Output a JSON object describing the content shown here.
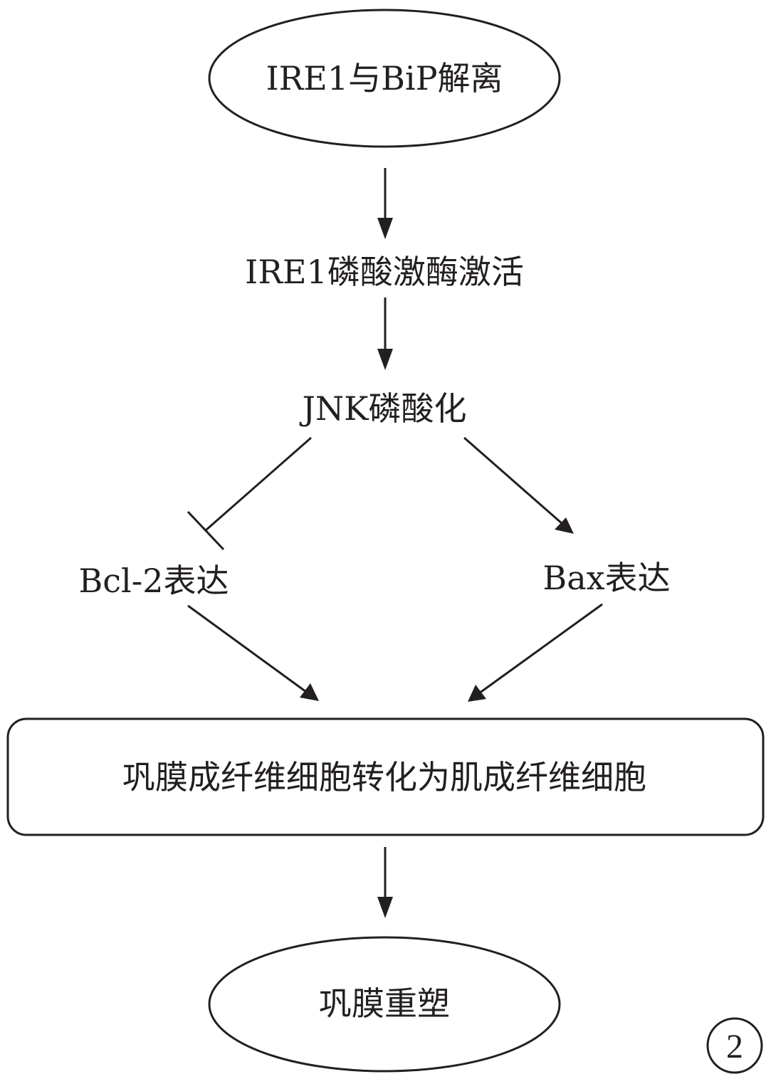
{
  "nodes": {
    "start": "IRE1与BiP解离",
    "activation": "IRE1磷酸激酶激活",
    "jnk": "JNK磷酸化",
    "bcl2": "Bcl-2表达",
    "bax": "Bax表达",
    "transition": "巩膜成纤维细胞转化为肌成纤维细胞",
    "end": "巩膜重塑"
  },
  "badge": "2",
  "colors": {
    "ink": "#231f20",
    "background": "#ffffff"
  }
}
